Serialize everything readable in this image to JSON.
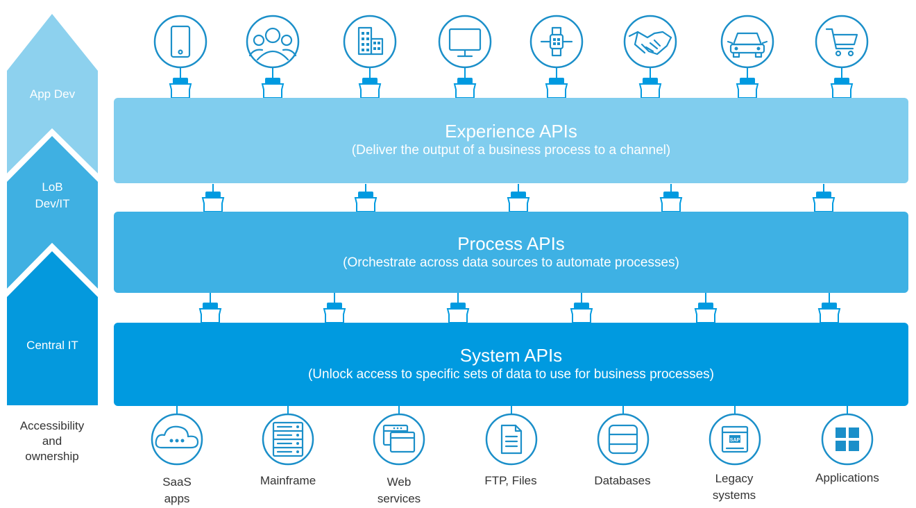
{
  "colors": {
    "app_dev": "#8dd1ee",
    "lob": "#3fb0e2",
    "central": "#0499dd",
    "experience": "#80cdee",
    "process": "#3eb1e4",
    "system": "#009ae0",
    "icon_stroke": "#1b8fc9",
    "text_dark": "#333333"
  },
  "ownership": {
    "app_dev": "App Dev",
    "lob": "LoB\nDev/IT",
    "central": "Central IT",
    "footer": "Accessibility\nand\nownership"
  },
  "layers": {
    "experience": {
      "title": "Experience APIs",
      "subtitle": "(Deliver the output of a business process to a channel)"
    },
    "process": {
      "title": "Process APIs",
      "subtitle": "(Orchestrate across data sources to automate processes)"
    },
    "system": {
      "title": "System APIs",
      "subtitle": "(Unlock access to specific sets of data to use for business processes)"
    }
  },
  "channels": [
    {
      "icon": "tablet-icon"
    },
    {
      "icon": "people-group-icon"
    },
    {
      "icon": "office-buildings-icon"
    },
    {
      "icon": "desktop-monitor-icon"
    },
    {
      "icon": "smartwatch-icon"
    },
    {
      "icon": "handshake-icon"
    },
    {
      "icon": "car-icon"
    },
    {
      "icon": "shopping-cart-icon"
    }
  ],
  "sources": [
    {
      "icon": "cloud-icon",
      "label": "SaaS\napps"
    },
    {
      "icon": "server-rack-icon",
      "label": "Mainframe"
    },
    {
      "icon": "browser-windows-icon",
      "label": "Web\nservices"
    },
    {
      "icon": "document-icon",
      "label": "FTP, Files"
    },
    {
      "icon": "database-icon",
      "label": "Databases"
    },
    {
      "icon": "sap-window-icon",
      "label": "Legacy\nsystems",
      "badge": "SAP"
    },
    {
      "icon": "app-grid-icon",
      "label": "Applications"
    }
  ]
}
